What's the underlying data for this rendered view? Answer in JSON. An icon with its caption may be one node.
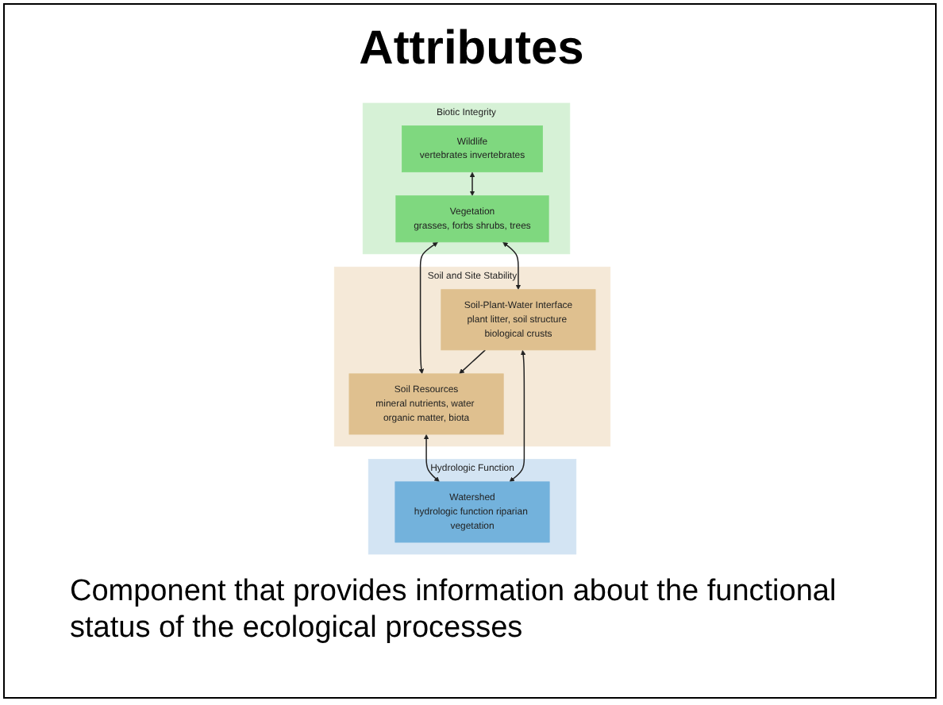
{
  "diagram": {
    "title": "Attributes",
    "caption": "Component that provides information about the functional status of the ecological processes",
    "nodes": [
      {
        "text": [
          "Biotic Integrity"
        ]
      },
      {
        "text": [
          "Wildlife",
          "vertebrates invertebrates"
        ],
        "in": 0
      },
      {
        "text": [
          "Vegetation",
          "grasses, forbs shrubs, trees"
        ],
        "in": 0
      },
      {
        "text": [
          "Soil and Site Stability"
        ]
      },
      {
        "text": [
          "Soil Resources",
          "mineral nutrients, water organic matter, biota"
        ],
        "in": 3
      },
      {
        "text": [
          "Soil-Plant-Water Interface",
          "plant litter, soil structure biological crusts"
        ],
        "in": 3
      },
      {
        "text": [
          "Hydrologic Function"
        ]
      },
      {
        "text": [
          "Watershed",
          "hydrologic function riparian vegetation"
        ],
        "in": 6
      }
    ],
    "edges": [
      {
        "from": 1,
        "to": 2,
        "arrow": "both"
      },
      {
        "from": 2,
        "to": 4,
        "arrow": "both"
      },
      {
        "from": 2,
        "to": 5,
        "arrow": "both"
      },
      {
        "from": 5,
        "to": 4,
        "arrow": "to"
      },
      {
        "from": 4,
        "to": 7,
        "arrow": "both"
      },
      {
        "from": 5,
        "to": 7,
        "arrow": "both"
      }
    ]
  }
}
